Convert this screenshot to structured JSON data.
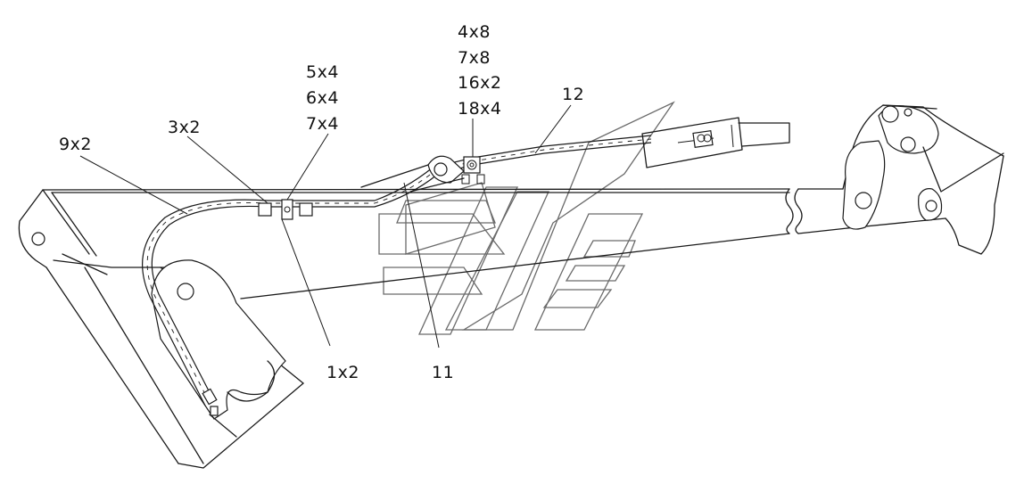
{
  "labels": {
    "callout_9x2": "9x2",
    "callout_3x2": "3x2",
    "callout_5x4": "5x4",
    "callout_6x4": "6x4",
    "callout_7x4": "7x4",
    "callout_4x8": "4x8",
    "callout_7x8": "7x8",
    "callout_16x2": "16x2",
    "callout_18x4": "18x4",
    "callout_12": "12",
    "callout_1x2": "1x2",
    "callout_11": "11"
  }
}
